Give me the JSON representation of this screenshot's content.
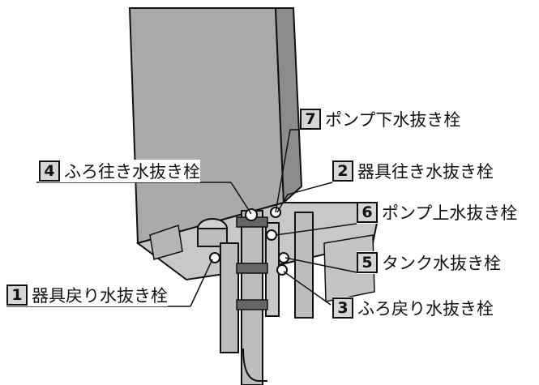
{
  "labels": [
    {
      "id": "7",
      "num": "7",
      "text": "ポンプ下水抜き栓"
    },
    {
      "id": "4",
      "num": "4",
      "text": "ふろ往き水抜き栓"
    },
    {
      "id": "2",
      "num": "2",
      "text": "器具往き水抜き栓"
    },
    {
      "id": "6",
      "num": "6",
      "text": "ポンプ上水抜き栓"
    },
    {
      "id": "5",
      "num": "5",
      "text": "タンク水抜き栓"
    },
    {
      "id": "1",
      "num": "1",
      "text": "器具戻り水抜き栓"
    },
    {
      "id": "3",
      "num": "3",
      "text": "ふろ戻り水抜き栓"
    }
  ],
  "colors": {
    "housing": "#aaaaaa",
    "housing_dark": "#8c8c8c",
    "pipe": "#bdbdbd",
    "line": "#111111",
    "badge": "#d6d6d6"
  }
}
